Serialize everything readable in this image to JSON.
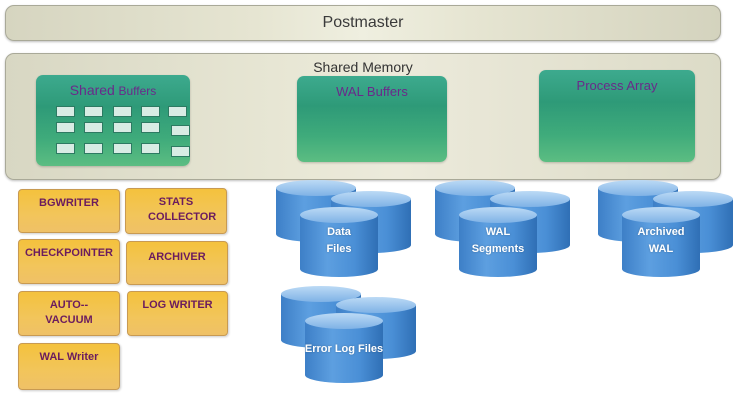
{
  "postmaster": {
    "label": "Postmaster"
  },
  "shared_memory": {
    "title": "Shared Memory",
    "shared_buffers": {
      "label_a": "Shared",
      "label_b": "Buffers"
    },
    "wal_buffers": {
      "label": "WAL Buffers"
    },
    "process_array": {
      "label": "Process Array"
    }
  },
  "processes": [
    {
      "label": "BGWRITER"
    },
    {
      "label": "STATS COLLECTOR"
    },
    {
      "label": "CHECKPOINTER"
    },
    {
      "label": "ARCHIVER"
    },
    {
      "label": "AUTO-- VACUUM"
    },
    {
      "label": "LOG WRITER"
    },
    {
      "label": "WAL Writer"
    }
  ],
  "storage": [
    {
      "line1": "Data",
      "line2": "Files"
    },
    {
      "line1": "WAL",
      "line2": "Segments"
    },
    {
      "line1": "Archived",
      "line2": "WAL"
    },
    {
      "line1": "Error Log Files",
      "line2": ""
    }
  ],
  "colors": {
    "memory_block": "#2e9a78",
    "process_box": "#f2c23f",
    "disk": "#3d87cf",
    "label_purple": "#6b1c5e"
  }
}
